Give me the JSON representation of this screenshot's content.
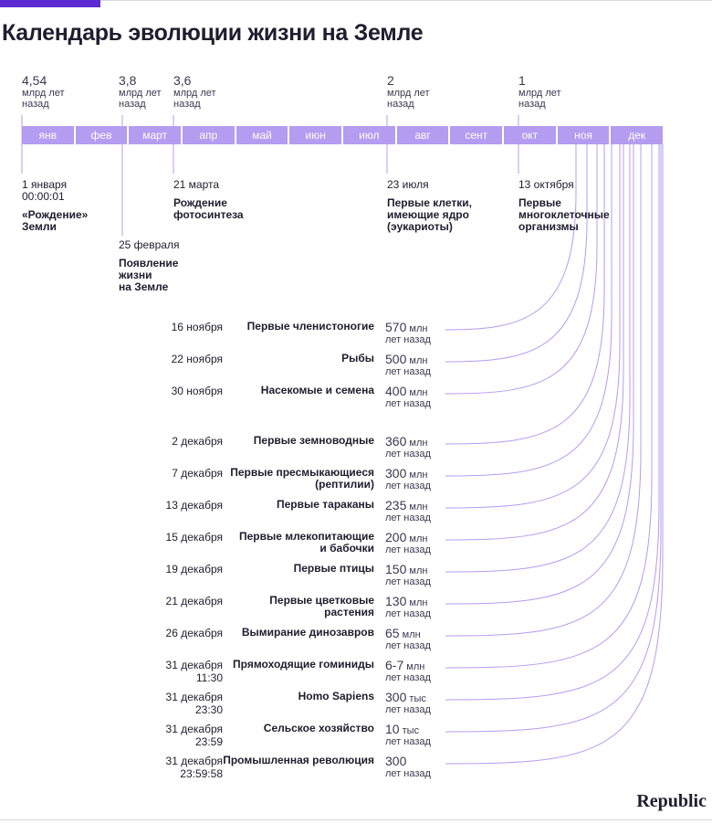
{
  "title": "Календарь эволюции жизни на Земле",
  "colors": {
    "accent": "#5b2bd1",
    "bar": "#b49cf0",
    "line": "#b49cf0",
    "text": "#1f1d2e"
  },
  "axis_labels": [
    {
      "value": "4,54",
      "line1": "млрд лет",
      "line2": "назад"
    },
    {
      "value": "3,8",
      "line1": "млрд лет",
      "line2": "назад"
    },
    {
      "value": "3,6",
      "line1": "млрд лет",
      "line2": "назад"
    },
    {
      "value": "2",
      "line1": "млрд лет",
      "line2": "назад"
    },
    {
      "value": "1",
      "line1": "млрд лет",
      "line2": "назад"
    }
  ],
  "months": [
    "янв",
    "фев",
    "март",
    "апр",
    "май",
    "июн",
    "июл",
    "авг",
    "сент",
    "окт",
    "ноя",
    "дек"
  ],
  "top_events": [
    {
      "date": "1 января",
      "time": "00:00:01",
      "name1": "«Рождение»",
      "name2": "Земли",
      "name3": ""
    },
    {
      "date": "25 февраля",
      "time": "",
      "name1": "Появление",
      "name2": "жизни",
      "name3": "на Земле"
    },
    {
      "date": "21 марта",
      "time": "",
      "name1": "Рождение",
      "name2": "фотосинтеза",
      "name3": ""
    },
    {
      "date": "23 июля",
      "time": "",
      "name1": "Первые клетки,",
      "name2": "имеющие ядро",
      "name3": "(эукариоты)"
    },
    {
      "date": "13 октября",
      "time": "",
      "name1": "Первые",
      "name2": "многоклеточные",
      "name3": "организмы"
    }
  ],
  "events": [
    {
      "date1": "16 ноября",
      "date2": "",
      "name1": "Первые членистоногие",
      "name2": "",
      "value": "570",
      "unit": "млн",
      "suffix": "лет назад"
    },
    {
      "date1": "22 ноября",
      "date2": "",
      "name1": "Рыбы",
      "name2": "",
      "value": "500",
      "unit": "млн",
      "suffix": "лет назад"
    },
    {
      "date1": "30 ноября",
      "date2": "",
      "name1": "Насекомые и семена",
      "name2": "",
      "value": "400",
      "unit": "млн",
      "suffix": "лет назад"
    },
    {
      "date1": "2 декабря",
      "date2": "",
      "name1": "Первые земноводные",
      "name2": "",
      "value": "360",
      "unit": "млн",
      "suffix": "лет назад"
    },
    {
      "date1": "7 декабря",
      "date2": "",
      "name1": "Первые пресмыкающиеся",
      "name2": "(рептилии)",
      "value": "300",
      "unit": "млн",
      "suffix": "лет назад"
    },
    {
      "date1": "13 декабря",
      "date2": "",
      "name1": "Первые тараканы",
      "name2": "",
      "value": "235",
      "unit": "млн",
      "suffix": "лет назад"
    },
    {
      "date1": "15 декабря",
      "date2": "",
      "name1": "Первые млекопитающие",
      "name2": "и бабочки",
      "value": "200",
      "unit": "млн",
      "suffix": "лет назад"
    },
    {
      "date1": "19 декабря",
      "date2": "",
      "name1": "Первые птицы",
      "name2": "",
      "value": "150",
      "unit": "млн",
      "suffix": "лет назад"
    },
    {
      "date1": "21 декабря",
      "date2": "",
      "name1": "Первые цветковые",
      "name2": "растения",
      "value": "130",
      "unit": "млн",
      "suffix": "лет назад"
    },
    {
      "date1": "26 декабря",
      "date2": "",
      "name1": "Вымирание динозавров",
      "name2": "",
      "value": "65",
      "unit": "млн",
      "suffix": "лет назад"
    },
    {
      "date1": "31 декабря",
      "date2": "11:30",
      "name1": "Прямоходящие гоминиды",
      "name2": "",
      "value": "6-7",
      "unit": "млн",
      "suffix": "лет назад"
    },
    {
      "date1": "31 декабря",
      "date2": "23:30",
      "name1": "Homo Sapiens",
      "name2": "",
      "value": "300",
      "unit": "тыс",
      "suffix": "лет назад"
    },
    {
      "date1": "31 декабря",
      "date2": "23:59",
      "name1": "Сельское хозяйство",
      "name2": "",
      "value": "10",
      "unit": "тыс",
      "suffix": "лет назад"
    },
    {
      "date1": "31 декабря",
      "date2": "23:59:58",
      "name1": "Промышленная революция",
      "name2": "",
      "value": "300",
      "unit": "",
      "suffix": "лет назад"
    }
  ],
  "logo": "Republic"
}
